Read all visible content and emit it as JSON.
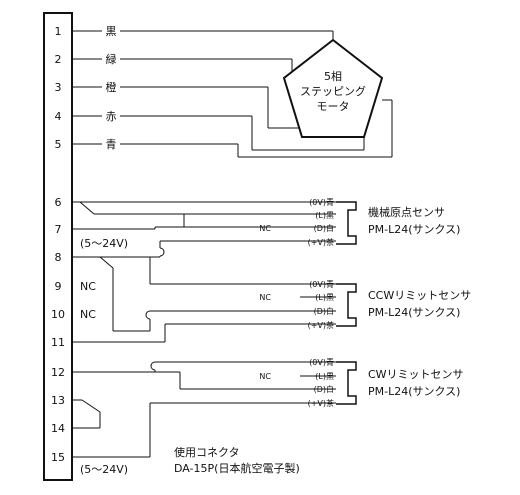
{
  "connector": {
    "pins": [
      "1",
      "2",
      "3",
      "4",
      "5",
      "6",
      "7",
      "8",
      "9",
      "10",
      "11",
      "12",
      "13",
      "14",
      "15"
    ],
    "name_line1": "使用コネクタ",
    "name_line2": "DA-15P(日本航空電子製)"
  },
  "motor": {
    "title_line1": "5相",
    "title_line2": "ステッピング",
    "title_line3": "モータ",
    "wires": [
      "黒",
      "緑",
      "橙",
      "赤",
      "青"
    ]
  },
  "sensors": [
    {
      "name": "機械原点センサ",
      "model": "PM-L24(サンクス)",
      "pin_labels": [
        "(0V)青",
        "(L)黒",
        "(D)白",
        "(+V)茶"
      ],
      "nc": "NC"
    },
    {
      "name": "CCWリミットセンサ",
      "model": "PM-L24(サンクス)",
      "pin_labels": [
        "(0V)青",
        "(L)黒",
        "(D)白",
        "(+V)茶"
      ],
      "nc": "NC"
    },
    {
      "name": "CWリミットセンサ",
      "model": "PM-L24(サンクス)",
      "pin_labels": [
        "(0V)青",
        "(L)黒",
        "(D)白",
        "(+V)茶"
      ],
      "nc": "NC"
    }
  ],
  "annotations": {
    "voltage_pin8": "(5～24V)",
    "nc_pin9": "NC",
    "nc_pin10": "NC",
    "voltage_pin15": "(5～24V)"
  }
}
